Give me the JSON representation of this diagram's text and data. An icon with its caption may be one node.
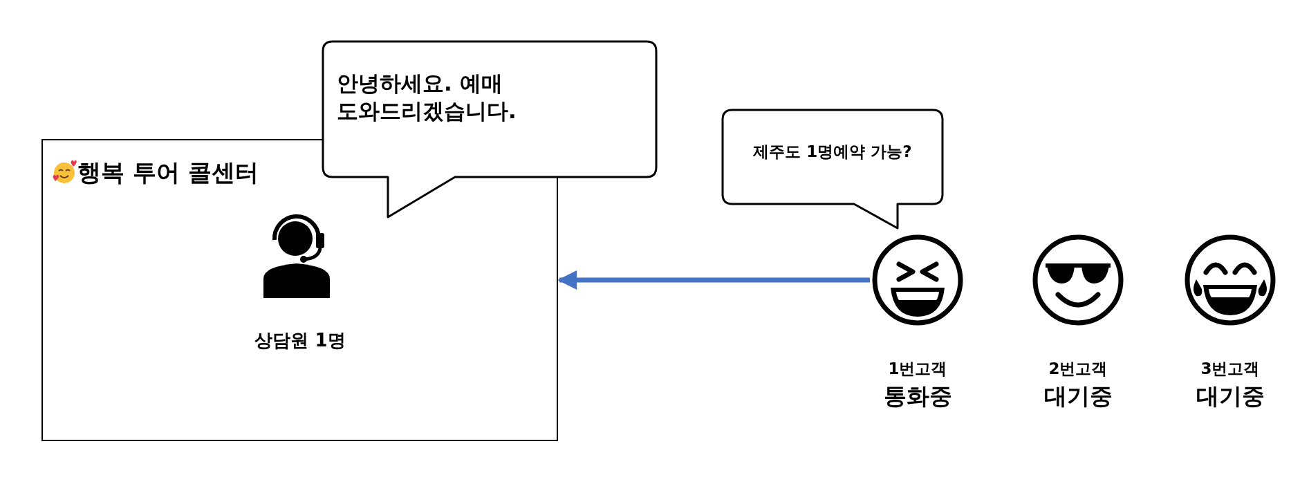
{
  "diagram": {
    "nodes": [
      {
        "text": [
          "행복 투어 콜센터"
        ]
      },
      {
        "text": [
          "상담원 1명"
        ],
        "in": 0
      },
      {
        "text": [
          "안녕하세요. 예매 도와드리겠습니다."
        ]
      },
      {
        "text": [
          "제주도 1명예약 가능?"
        ]
      },
      {
        "text": [
          "1번고객",
          "통화중"
        ]
      },
      {
        "text": [
          "2번고객",
          "대기중"
        ]
      },
      {
        "text": [
          "3번고객",
          "대기중"
        ]
      }
    ],
    "edges": [
      {
        "from": 4,
        "to": 0,
        "arrow": "to",
        "color": "#4472c4"
      }
    ]
  }
}
